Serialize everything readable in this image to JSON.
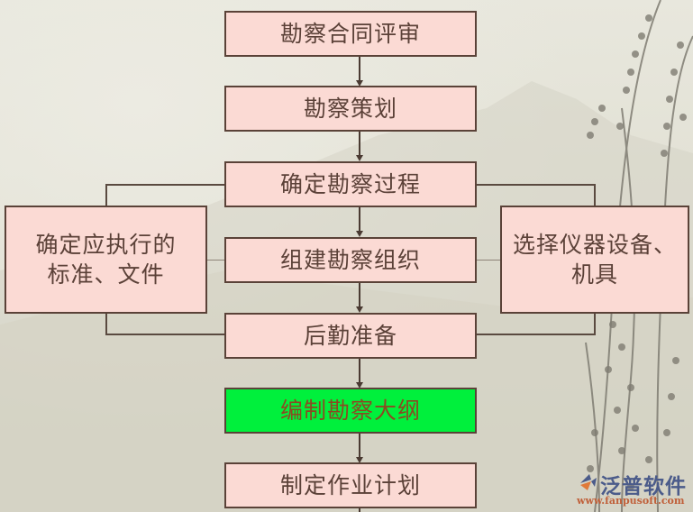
{
  "diagram": {
    "type": "flowchart",
    "main_steps": [
      {
        "id": "step-1",
        "label": "勘察合同评审"
      },
      {
        "id": "step-2",
        "label": "勘察策划"
      },
      {
        "id": "step-3",
        "label": "确定勘察过程"
      },
      {
        "id": "step-4",
        "label": "组建勘察组织"
      },
      {
        "id": "step-5",
        "label": "后勤准备"
      },
      {
        "id": "step-6",
        "label": "编制勘察大纲",
        "highlighted": true
      },
      {
        "id": "step-7",
        "label": "制定作业计划"
      }
    ],
    "side_inputs": {
      "left": {
        "line1": "确定应执行的",
        "line2": "标准、文件"
      },
      "right": {
        "line1": "选择仪器设备、",
        "line2": "机具"
      }
    },
    "colors": {
      "box_fill": "#fbdad4",
      "box_border": "#5a4238",
      "highlight_fill": "#00f03c",
      "highlight_text": "#8b4a22",
      "text": "#5b4138"
    }
  },
  "watermark": {
    "brand": "泛普软件",
    "url": "www.fanpusoft.com"
  }
}
